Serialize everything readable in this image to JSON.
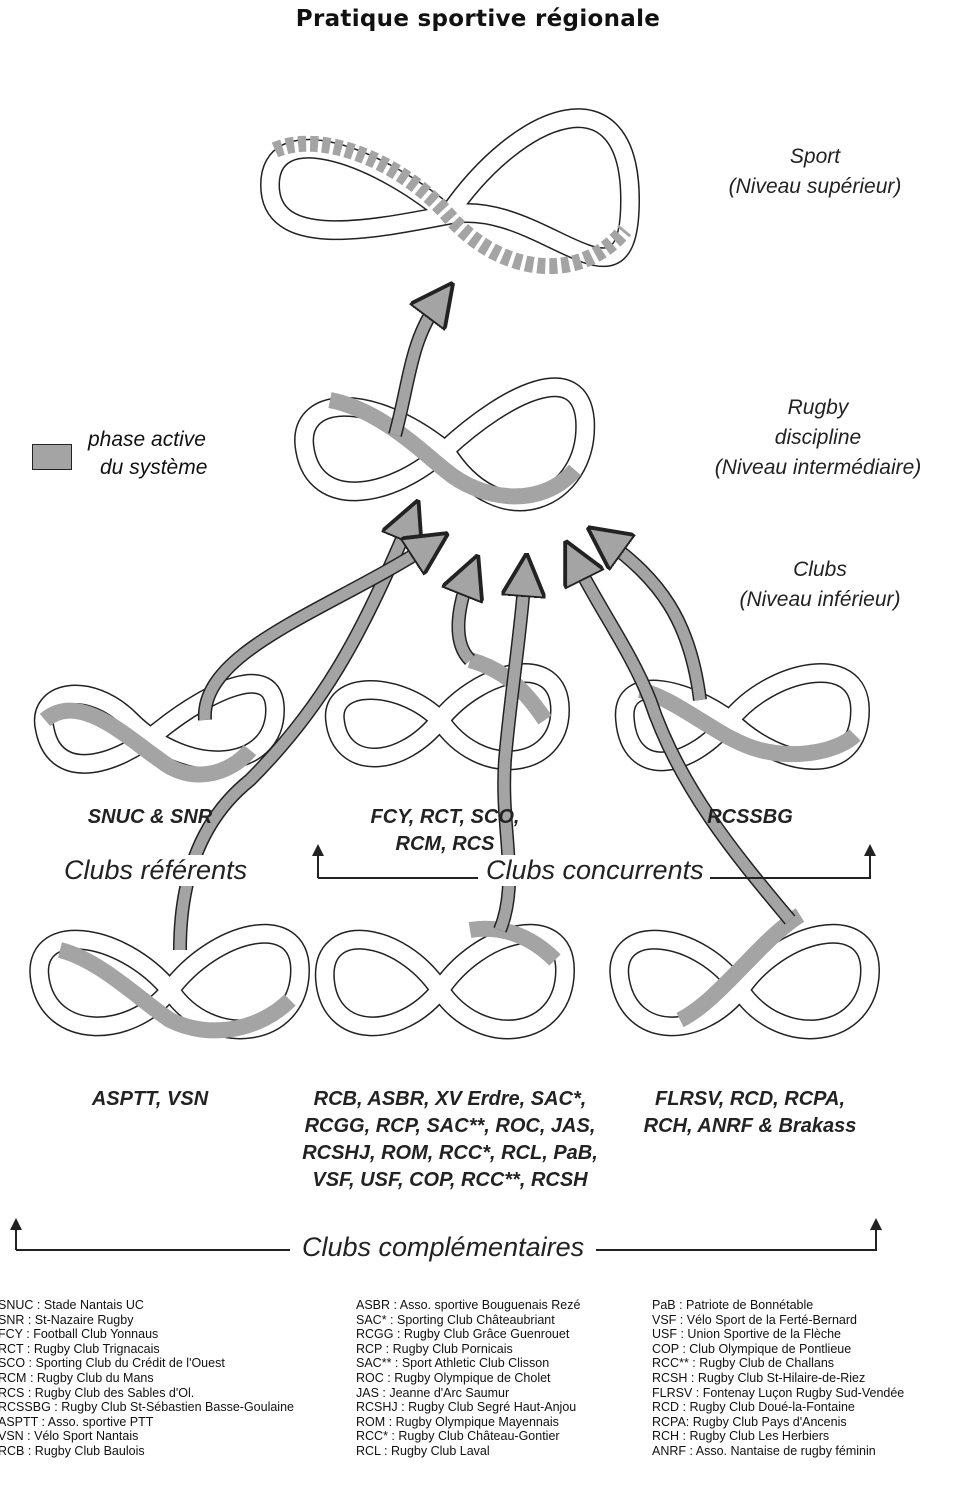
{
  "title": "Pratique sportive régionale",
  "levels": {
    "sport": [
      "Sport",
      "(Niveau supérieur)"
    ],
    "rugby": [
      "Rugby",
      "discipline",
      "(Niveau intermédiaire)"
    ],
    "clubs": [
      "Clubs",
      "(Niveau inférieur)"
    ]
  },
  "legend": [
    "phase active",
    "du système"
  ],
  "group_labels": {
    "referents": "Clubs référents",
    "concurrents": "Clubs concurrents",
    "complementaires": "Clubs complémentaires"
  },
  "club_labels": {
    "left_mid": "SNUC & SNR",
    "center_mid": [
      "FCY, RCT, SCO,",
      "RCM, RCS"
    ],
    "right_mid": "RCSSBG",
    "left_bottom": "ASPTT, VSN",
    "center_bottom": [
      "RCB, ASBR, XV Erdre, SAC*,",
      "RCGG, RCP, SAC**, ROC, JAS,",
      "RCSHJ, ROM, RCC*, RCL, PaB,",
      "VSF, USF, COP, RCC**, RCSH"
    ],
    "right_bottom": [
      "FLRSV, RCD, RCPA,",
      "RCH, ANRF & Brakass"
    ]
  },
  "glossary": {
    "col1": [
      "SNUC : Stade Nantais UC",
      "SNR : St-Nazaire Rugby",
      "FCY : Football Club Yonnaus",
      "RCT : Rugby Club Trignacais",
      "SCO : Sporting Club du Crédit de l'Ouest",
      "RCM : Rugby Club du Mans",
      "RCS : Rugby Club des Sables d'Ol.",
      "RCSSBG : Rugby Club St-Sébastien Basse-Goulaine",
      "ASPTT : Asso. sportive PTT",
      "VSN : Vélo Sport Nantais",
      "RCB : Rugby Club Baulois"
    ],
    "col2": [
      "ASBR : Asso. sportive Bouguenais Rezé",
      "SAC* : Sporting Club Châteaubriant",
      "RCGG : Rugby Club Grâce Guenrouet",
      "RCP : Rugby Club Pornicais",
      "SAC** : Sport Athletic Club Clisson",
      "ROC : Rugby Olympique de Cholet",
      "JAS : Jeanne d'Arc Saumur",
      "RCSHJ : Rugby Club Segré Haut-Anjou",
      "ROM : Rugby Olympique Mayennais",
      "RCC* : Rugby Club Château-Gontier",
      "RCL : Rugby Club Laval"
    ],
    "col3": [
      "PaB : Patriote de Bonnétable",
      "VSF : Vélo Sport de la Ferté-Bernard",
      "USF : Union Sportive de la Flèche",
      "COP : Club Olympique de Pontlieue",
      "RCC** : Rugby Club de Challans",
      "RCSH : Rugby Club St-Hilaire-de-Riez",
      "FLRSV : Fontenay Luçon Rugby Sud-Vendée",
      "RCD : Rugby Club Doué-la-Fontaine",
      "RCPA: Rugby Club Pays d'Ancenis",
      "RCH : Rugby Club Les Herbiers",
      "ANRF : Asso. Nantaise de rugby féminin"
    ]
  },
  "colors": {
    "active": "#a4a4a4",
    "stroke": "#222222",
    "background": "#ffffff"
  }
}
